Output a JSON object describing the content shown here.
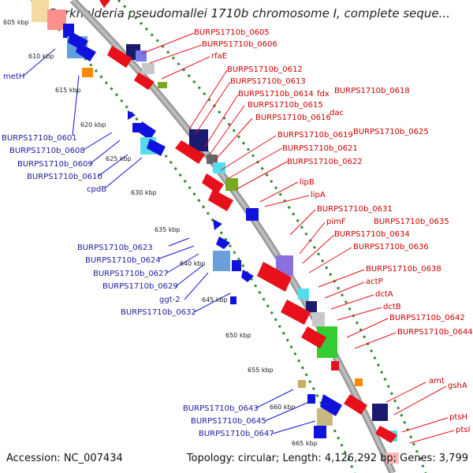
{
  "title": "Burkholderia pseudomallei 1710b chromosome I, complete seque...",
  "footer": {
    "accession": "Accession: NC_007434",
    "summary": "Topology: circular; Length: 4,126,292 bp; Genes: 3,799"
  },
  "scale_ticks": [
    "605 kbp",
    "610 kbp",
    "615 kbp",
    "620 kbp",
    "625 kbp",
    "630 kbp",
    "635 kbp",
    "640 kbp",
    "645 kbp",
    "650 kbp",
    "655 kbp",
    "660 kbp",
    "665 kbp"
  ],
  "left_labels": [
    "metH",
    "BURPS1710b_0601",
    "BURPS1710b_0608",
    "BURPS1710b_0609",
    "BURPS1710b_0610",
    "cpdB",
    "BURPS1710b_0623",
    "BURPS1710b_0624",
    "BURPS1710b_0627",
    "BURPS1710b_0629",
    "ggt-2",
    "BURPS1710b_0632",
    "BURPS1710b_0643",
    "BURPS1710b_0645",
    "BURPS1710b_0647"
  ],
  "right_labels": [
    "BURPS1710b_0605",
    "BURPS1710b_0606",
    "rfaE",
    "BURPS1710b_0612",
    "BURPS1710b_0613",
    "BURPS1710b_0614",
    "fdx",
    "BURPS1710b_0618",
    "BURPS1710b_0615",
    "dac",
    "BURPS1710b_0616",
    "BURPS1710b_0619",
    "BURPS1710b_0625",
    "BURPS1710b_0621",
    "BURPS1710b_0622",
    "lipB",
    "lipA",
    "BURPS1710b_0631",
    "pimF",
    "BURPS1710b_0635",
    "BURPS1710b_0634",
    "BURPS1710b_0636",
    "BURPS1710b_0638",
    "actP",
    "dctA",
    "dctB",
    "BURPS1710b_0642",
    "BURPS1710b_0644",
    "amt",
    "gshA",
    "ptsH",
    "ptsI"
  ],
  "colors": {
    "backbone": "#999999",
    "forward_strand": "#e8101a",
    "reverse_strand": "#1010dd",
    "tick_dots": "#2e8b2e",
    "left_label": "#1a1aa0",
    "right_label": "#cc0000"
  }
}
